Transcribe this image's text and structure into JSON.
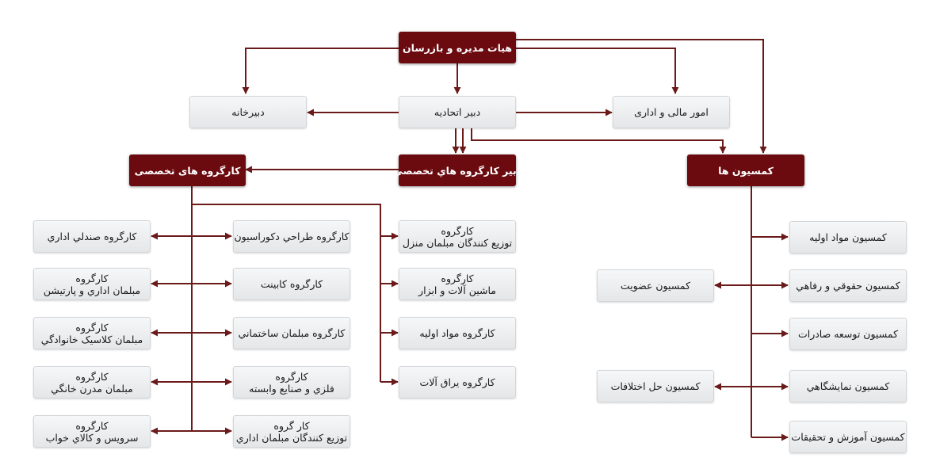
{
  "colors": {
    "primary": "#6b0a0f",
    "connector": "#6b1a1a",
    "box_light": "#e8eaec"
  },
  "nodes": {
    "board": {
      "lines": [
        "هیات مدیره و بازرسان"
      ]
    },
    "secretariat": {
      "lines": [
        "دبیرخانه"
      ]
    },
    "secretary": {
      "lines": [
        "دبیر اتحادیه"
      ]
    },
    "finance": {
      "lines": [
        "امور مالی و اداری"
      ]
    },
    "wg_head": {
      "lines": [
        "کارگروه های تخصصی"
      ]
    },
    "wg_secretary": {
      "lines": [
        "دبیر کارگروه هاي تخصصي"
      ]
    },
    "commissions": {
      "lines": [
        "کمسیون ها"
      ]
    },
    "wg_chairs": {
      "lines": [
        "کارگروه صندلي اداري"
      ]
    },
    "wg_office": {
      "lines": [
        "کارگروه",
        "مبلمان اداري و پارتيشن"
      ]
    },
    "wg_classic": {
      "lines": [
        "کارگروه",
        "مبلمان کلاسیک خانوادگي"
      ]
    },
    "wg_modern": {
      "lines": [
        "کارگروه",
        "مبلمان مدرن خانگي"
      ]
    },
    "wg_bedding": {
      "lines": [
        "کارگروه",
        "سرویس و کالاي خواب"
      ]
    },
    "wg_decor": {
      "lines": [
        "کارگروه طراحي دکوراسیون"
      ]
    },
    "wg_cabinet": {
      "lines": [
        "کارگروه کابینت"
      ]
    },
    "wg_building": {
      "lines": [
        "کارگروه مبلمان ساختماني"
      ]
    },
    "wg_metal": {
      "lines": [
        "کارگروه",
        "فلزي و صنایع وابسته"
      ]
    },
    "wg_office_dist": {
      "lines": [
        "کار گروه",
        "توزیع کنندگان مبلمان اداري"
      ]
    },
    "wg_home_dist": {
      "lines": [
        "کارگروه",
        "توزیع کنندگان مبلمان منزل"
      ]
    },
    "wg_machines": {
      "lines": [
        "کارگروه",
        "ماشین آلات و ابزار"
      ]
    },
    "wg_materials": {
      "lines": [
        "کارگروه مواد اولیه"
      ]
    },
    "wg_hardware": {
      "lines": [
        "کارگروه یراق آلات"
      ]
    },
    "c_materials": {
      "lines": [
        "کمسیون مواد اولیه"
      ]
    },
    "c_membership": {
      "lines": [
        "کمسیون عضویت"
      ]
    },
    "c_legal": {
      "lines": [
        "کمسیون حقوقي و رفاهي"
      ]
    },
    "c_export": {
      "lines": [
        "کمسیون توسعه صادرات"
      ]
    },
    "c_disputes": {
      "lines": [
        "کمسیون حل اختلافات"
      ]
    },
    "c_exhibition": {
      "lines": [
        "کمسیون نمایشگاهي"
      ]
    },
    "c_training": {
      "lines": [
        "کمسیون آموزش و تحقیقات"
      ]
    }
  }
}
